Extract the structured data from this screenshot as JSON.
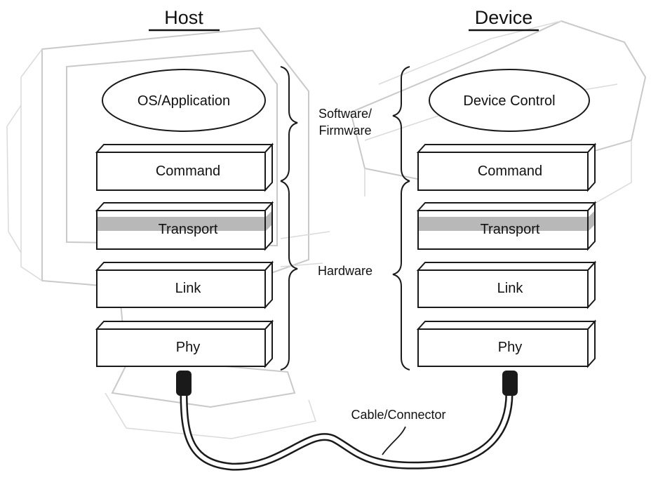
{
  "host": {
    "title": "Host",
    "app_label": "OS/Application",
    "layers": [
      "Command",
      "Transport",
      "Link",
      "Phy"
    ]
  },
  "device": {
    "title": "Device",
    "app_label": "Device Control",
    "layers": [
      "Command",
      "Transport",
      "Link",
      "Phy"
    ]
  },
  "middle": {
    "software_label_line1": "Software/",
    "software_label_line2": "Firmware",
    "hardware_label": "Hardware",
    "cable_label": "Cable/Connector"
  }
}
